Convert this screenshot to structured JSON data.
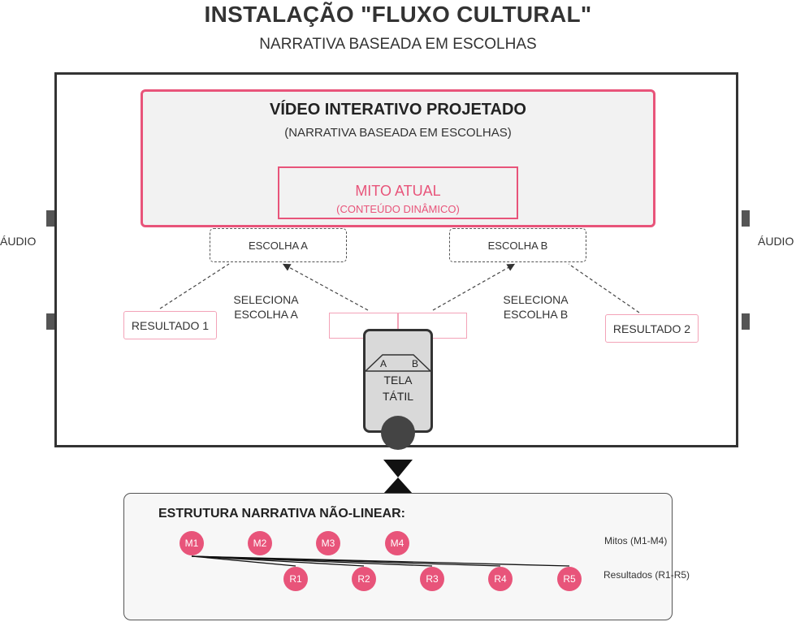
{
  "header": {
    "title": "INSTALAÇÃO \"FLUXO CULTURAL\"",
    "subtitle": "NARRATIVA BASEADA EM ESCOLHAS"
  },
  "video": {
    "title": "VÍDEO INTERATIVO PROJETADO",
    "subtitle": "(NARRATIVA BASEADA EM ESCOLHAS)",
    "myth_title": "MITO ATUAL",
    "myth_subtitle": "(CONTEÚDO DINÂMICO)"
  },
  "choices": {
    "a_label": "ESCOLHA A",
    "b_label": "ESCOLHA B",
    "select_a": "SELECIONA ESCOLHA A",
    "select_b": "SELECIONA ESCOLHA B"
  },
  "results": {
    "result_1": "RESULTADO 1",
    "result_2": "RESULTADO 2"
  },
  "touch_screen": {
    "label": "TELA TÁTIL",
    "side_a": "A",
    "side_b": "B"
  },
  "audio": {
    "left": "ÁUDIO",
    "right": "ÁUDIO"
  },
  "structure": {
    "title": "ESTRUTURA NARRATIVA NÃO-LINEAR:",
    "myths": [
      "M1",
      "M2",
      "M3",
      "M4"
    ],
    "results": [
      "R1",
      "R2",
      "R3",
      "R4",
      "R5"
    ],
    "links": [
      [
        "M1",
        "R1"
      ],
      [
        "M1",
        "R2"
      ],
      [
        "M1",
        "R3"
      ],
      [
        "M1",
        "R4"
      ],
      [
        "M1",
        "R5"
      ]
    ],
    "legend_myths": "Mitos (M1-M4)",
    "legend_results": "Resultados (R1-R5)"
  },
  "colors": {
    "accent": "#e8547a",
    "accent_light": "#f3a3b8",
    "dark": "#333333",
    "panel": "#f2f2f2"
  }
}
